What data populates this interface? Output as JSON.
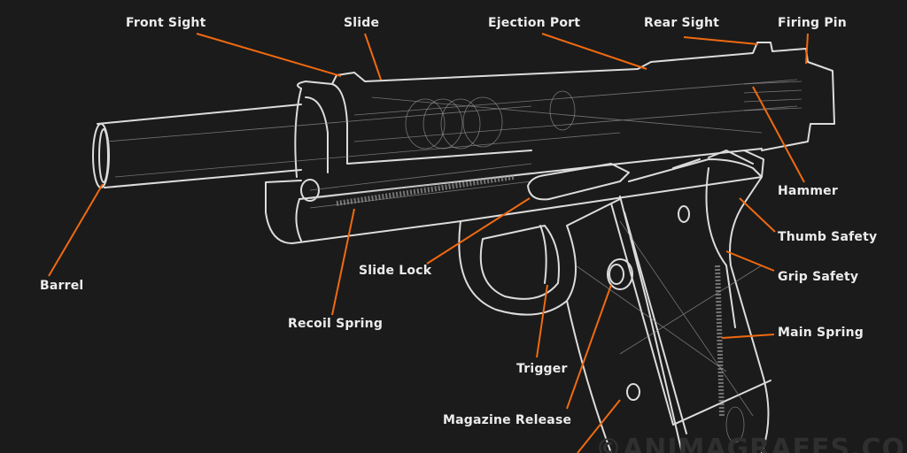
{
  "labels": {
    "front_sight": "Front Sight",
    "slide": "Slide",
    "ejection_port": "Ejection Port",
    "rear_sight": "Rear Sight",
    "firing_pin": "Firing Pin",
    "hammer": "Hammer",
    "thumb_safety": "Thumb Safety",
    "grip_safety": "Grip Safety",
    "main_spring": "Main Spring",
    "barrel": "Barrel",
    "slide_lock": "Slide Lock",
    "recoil_spring": "Recoil Spring",
    "trigger": "Trigger",
    "magazine_release": "Magazine Release"
  },
  "watermark": "©ANIMAGRAFFS.COM",
  "colors": {
    "background": "#1b1b1b",
    "leader": "#f06a10",
    "outline": "#dcdcdc"
  }
}
